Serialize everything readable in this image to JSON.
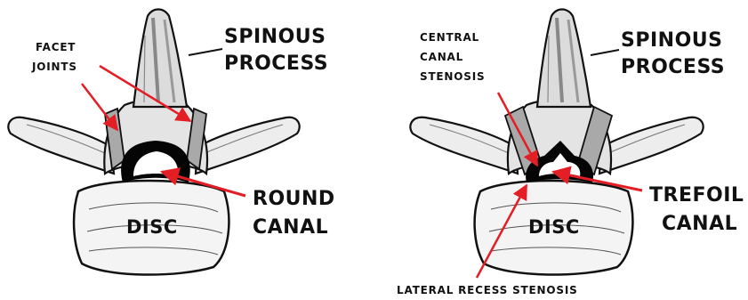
{
  "left_diagram": {
    "spinous_process_label": [
      "SPINOUS",
      "PROCESS"
    ],
    "facet_joints_label": [
      "FACET",
      "JOINTS"
    ],
    "canal_label": [
      "ROUND",
      "CANAL"
    ],
    "disc_label": "DISC"
  },
  "right_diagram": {
    "spinous_process_label": [
      "SPINOUS",
      "PROCESS"
    ],
    "central_stenosis_label": [
      "CENTRAL",
      "CANAL",
      "STENOSIS"
    ],
    "canal_label": [
      "TREFOIL",
      "CANAL"
    ],
    "disc_label": "DISC",
    "lateral_recess_label": "LATERAL RECESS STENOSIS"
  },
  "colors": {
    "arrow": "#e31e24",
    "outline": "#111111",
    "bone_shade": "#bdbdbd",
    "bone_fill": "#f2f2f2",
    "canal": "#050505"
  }
}
